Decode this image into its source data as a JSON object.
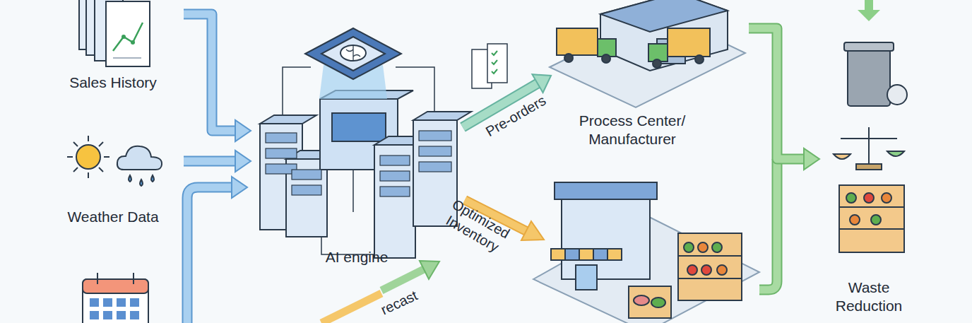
{
  "diagram": {
    "nodes": [
      {
        "text": [
          "Sales History"
        ]
      },
      {
        "text": [
          "Weather Data"
        ]
      },
      {
        "text": [
          "AI engine"
        ]
      },
      {
        "text": [
          "Process Center/ Manufacturer"
        ]
      },
      {
        "text": [
          "Waste Reduction"
        ]
      }
    ],
    "edges": [
      {
        "from": 0,
        "to": 2,
        "arrow": "to"
      },
      {
        "from": 1,
        "to": 2,
        "arrow": "to"
      },
      {
        "from": 2,
        "to": 3,
        "label": "Pre-orders",
        "arrow": "to"
      },
      {
        "from": 3,
        "to": 4,
        "arrow": "to"
      }
    ],
    "labels": [
      "Optimized Inventory",
      "recast"
    ]
  }
}
